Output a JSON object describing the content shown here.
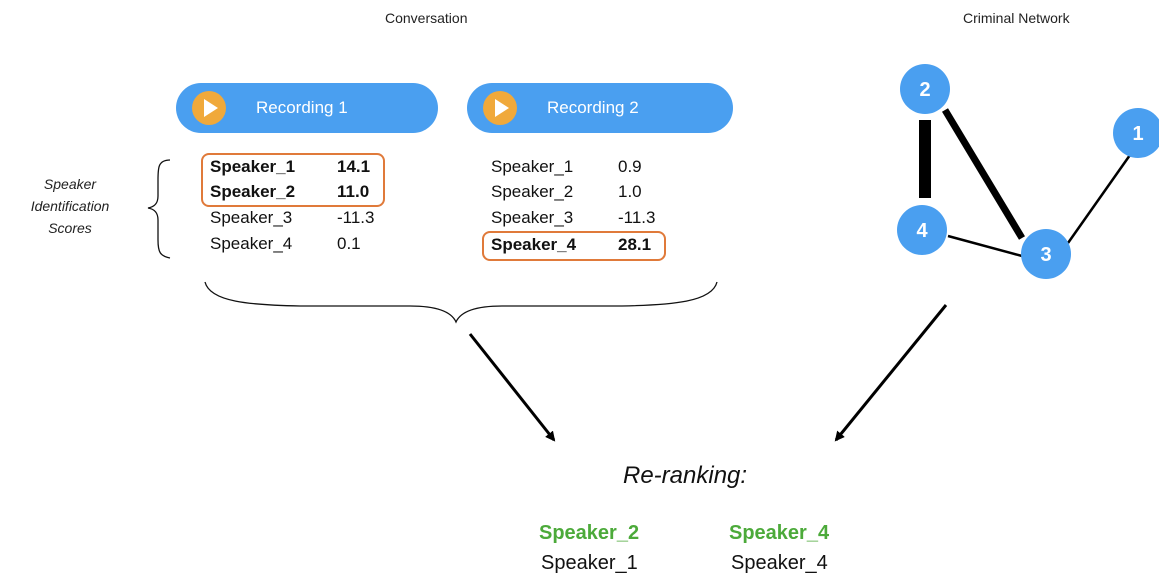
{
  "titles": {
    "conversation": "Conversation",
    "network": "Criminal Network"
  },
  "side_label": {
    "line1": "Speaker",
    "line2": "Identification",
    "line3": "Scores"
  },
  "recordings": [
    {
      "label": "Recording 1",
      "rows": [
        {
          "speaker": "Speaker_1",
          "score": "14.1"
        },
        {
          "speaker": "Speaker_2",
          "score": "11.0"
        },
        {
          "speaker": "Speaker_3",
          "score": "-11.3"
        },
        {
          "speaker": "Speaker_4",
          "score": "0.1"
        }
      ]
    },
    {
      "label": "Recording 2",
      "rows": [
        {
          "speaker": "Speaker_1",
          "score": "0.9"
        },
        {
          "speaker": "Speaker_2",
          "score": "1.0"
        },
        {
          "speaker": "Speaker_3",
          "score": "-11.3"
        },
        {
          "speaker": "Speaker_4",
          "score": "28.1"
        }
      ]
    }
  ],
  "network": {
    "nodes": [
      "2",
      "1",
      "4",
      "3"
    ],
    "edges": [
      {
        "from": "2",
        "to": "4",
        "weight": "heavy"
      },
      {
        "from": "2",
        "to": "3",
        "weight": "medium"
      },
      {
        "from": "4",
        "to": "3",
        "weight": "light"
      },
      {
        "from": "3",
        "to": "1",
        "weight": "light"
      }
    ]
  },
  "reranking": {
    "label": "Re-ranking:",
    "columns": [
      [
        "Speaker_2",
        "Speaker_1"
      ],
      [
        "Speaker_4",
        "Speaker_4"
      ]
    ]
  },
  "colors": {
    "node": "#4a9ff0",
    "button": "#4a9ff0",
    "play": "#f0a93b",
    "highlight_border": "#e07a3a",
    "top_result": "#4caa3a"
  }
}
